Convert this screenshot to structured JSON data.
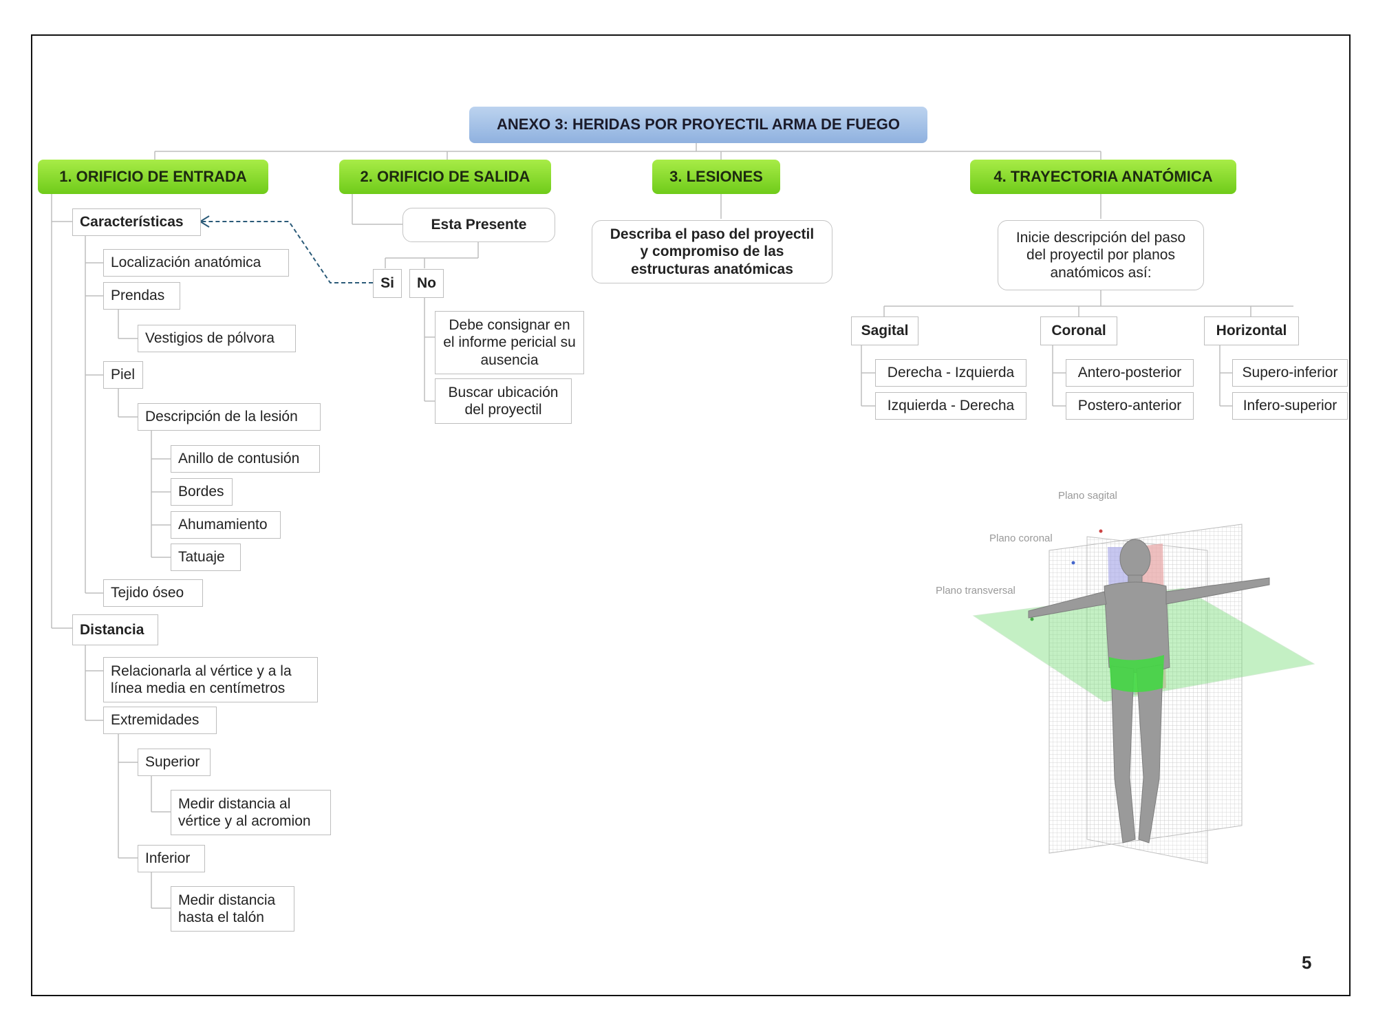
{
  "title": "ANEXO 3: HERIDAS POR PROYECTIL ARMA DE FUEGO",
  "sections": {
    "entrada": {
      "label": "1. ORIFICIO DE ENTRADA",
      "caracteristicas": "Características",
      "localizacion": "Localización anatómica",
      "prendas": "Prendas",
      "vestigios": "Vestigios de pólvora",
      "piel": "Piel",
      "descripcion": "Descripción de la lesión",
      "anillo": "Anillo de contusión",
      "bordes": "Bordes",
      "ahumamiento": "Ahumamiento",
      "tatuaje": "Tatuaje",
      "tejido": "Tejido óseo",
      "distancia": "Distancia",
      "relacionarla": "Relacionarla al vértice y a la línea media en centímetros",
      "extremidades": "Extremidades",
      "superior": "Superior",
      "medir_superior": "Medir distancia al vértice y al acromion",
      "inferior": "Inferior",
      "medir_inferior": "Medir distancia hasta el talón"
    },
    "salida": {
      "label": "2. ORIFICIO DE SALIDA",
      "presente": "Esta Presente",
      "si": "Si",
      "no": "No",
      "consignar": "Debe consignar en el informe pericial su ausencia",
      "buscar": "Buscar ubicación del proyectil"
    },
    "lesiones": {
      "label": "3. LESIONES",
      "describa": "Describa el paso del proyectil y compromiso de las estructuras anatómicas"
    },
    "trayectoria": {
      "label": "4. TRAYECTORIA ANATÓMICA",
      "inicie": "Inicie descripción del paso del proyectil por planos anatómicos así:",
      "sagital": "Sagital",
      "der_izq": "Derecha - Izquierda",
      "izq_der": "Izquierda - Derecha",
      "coronal": "Coronal",
      "antero": "Antero-posterior",
      "postero": "Postero-anterior",
      "horizontal": "Horizontal",
      "supero": "Supero-inferior",
      "infero": "Infero-superior"
    }
  },
  "figure": {
    "plano_sagital": "Plano sagital",
    "plano_coronal": "Plano coronal",
    "plano_transversal": "Plano transversal"
  },
  "page_number": "5",
  "colors": {
    "title_bg": "#a9c4e8",
    "section_bg": "#86d82c",
    "dashed_arrow": "#2a5a78",
    "connector": "#bdbdbd"
  }
}
